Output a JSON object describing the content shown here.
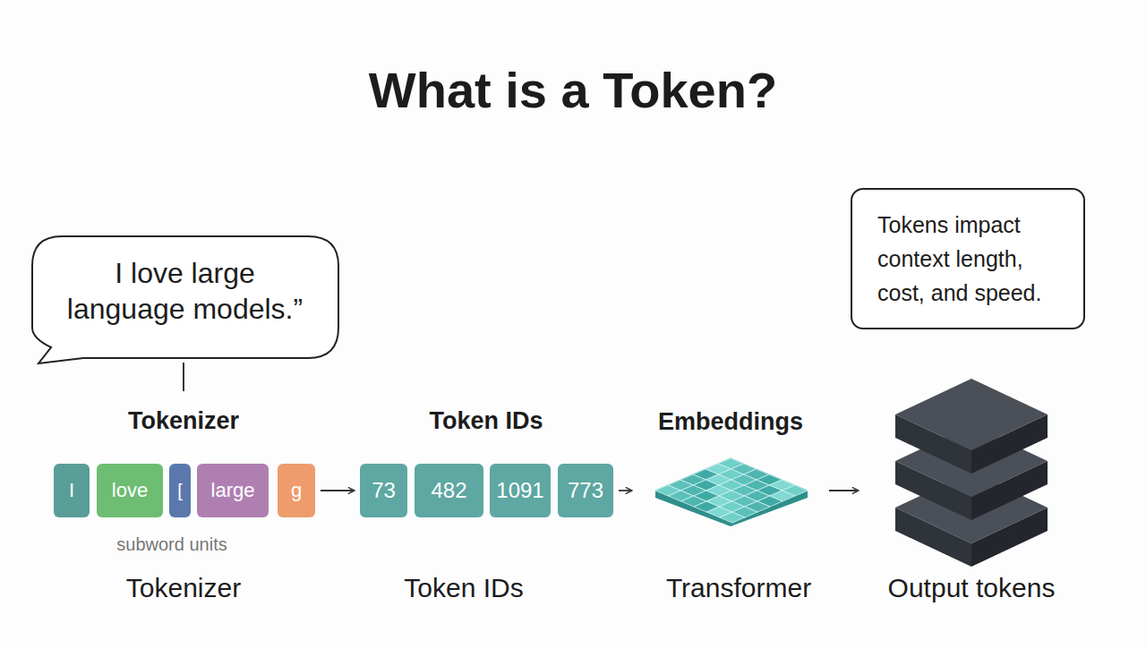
{
  "diagram": {
    "title": "What is a Token?",
    "nodes": [
      {
        "text": [
          "I love large language models.”"
        ]
      },
      {
        "text": [
          "Tokens impact context length, cost, and speed."
        ]
      },
      {
        "text": [
          "I"
        ]
      },
      {
        "text": [
          "love"
        ]
      },
      {
        "text": [
          "["
        ]
      },
      {
        "text": [
          "large"
        ]
      },
      {
        "text": [
          "g"
        ]
      },
      {
        "text": [
          "73"
        ]
      },
      {
        "text": [
          "482"
        ]
      },
      {
        "text": [
          "1091"
        ]
      },
      {
        "text": [
          "773"
        ]
      },
      {
        "text": [
          "Embeddings"
        ]
      },
      {
        "text": [
          "Output tokens"
        ]
      }
    ],
    "edges": [
      {
        "from": 6,
        "to": 7,
        "arrow": "to"
      },
      {
        "from": 10,
        "to": 11,
        "arrow": "to"
      },
      {
        "from": 11,
        "to": 12,
        "arrow": "to"
      }
    ],
    "labels": [
      "Tokenizer",
      "Token IDs",
      "subword units",
      "Tokenizer",
      "Token IDs",
      "Transformer"
    ]
  }
}
